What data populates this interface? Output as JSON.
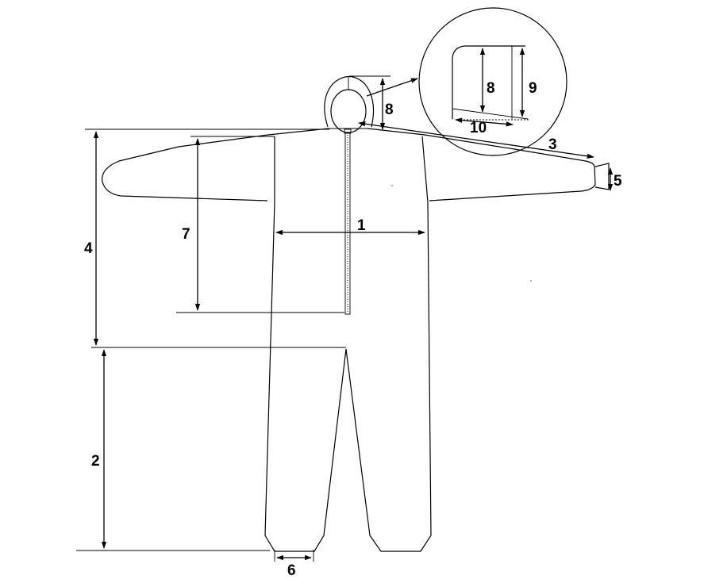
{
  "diagram": {
    "labels": {
      "chest_width": "1",
      "inseam_length": "2",
      "sleeve_length": "3",
      "body_length": "4",
      "cuff_width": "5",
      "ankle_width": "6",
      "zipper_length": "7",
      "hood_height": "8",
      "detail_height_a": "8",
      "detail_height_b": "9",
      "detail_width": "10"
    }
  }
}
